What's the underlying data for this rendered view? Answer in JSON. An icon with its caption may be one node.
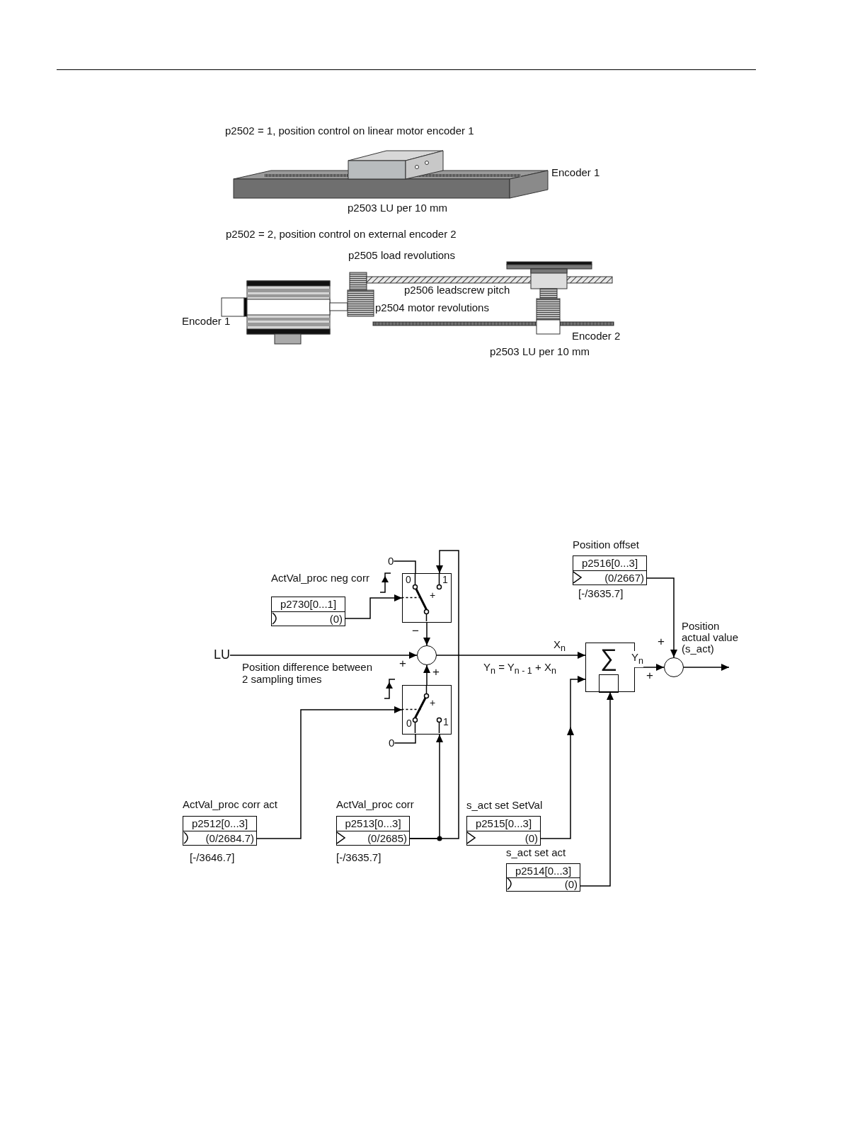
{
  "diagram": {
    "nodes": [
      {
        "text": [
          "0"
        ]
      },
      {
        "text": [
          "0",
          "1",
          "+"
        ]
      },
      {
        "text": [
          "Position offset",
          "p2516[0...3]",
          "(0/2667)"
        ],
        "beside": [
          "[-/3635.7]"
        ]
      },
      {
        "text": [
          "ActVal_proc neg corr",
          "p2730[0...1]",
          "(0)"
        ]
      },
      {
        "text": [
          "LU"
        ]
      },
      {
        "text": [],
        "shape": "circle",
        "beside": [
          "−",
          "+",
          "+"
        ]
      },
      {
        "text": [
          "∑"
        ],
        "beside": [
          "Y$_{n}$ = Y$_{n - 1}$ + X$_{n}$"
        ]
      },
      {
        "text": [],
        "shape": "circle",
        "beside": [
          "+",
          "+"
        ]
      },
      {
        "text": [
          "+",
          "0",
          "1"
        ]
      },
      {
        "text": [
          "0"
        ]
      },
      {
        "text": [
          "ActVal_proc corr act",
          "p2512[0...3]",
          "(0/2684.7)"
        ],
        "beside": [
          "[-/3646.7]"
        ]
      },
      {
        "text": [
          "ActVal_proc corr",
          "p2513[0...3]",
          "(0/2685)"
        ],
        "beside": [
          "[-/3635.7]"
        ]
      },
      {
        "text": [
          "s_act set SetVal",
          "p2515[0...3]",
          "(0)"
        ]
      },
      {
        "text": [
          "s_act set act",
          "p2514[0...3]",
          "(0)"
        ]
      }
    ],
    "edges": [
      {
        "from": 0,
        "to": 1,
        "arrow": "none"
      },
      {
        "from": 3,
        "to": 1,
        "arrow": "to"
      },
      {
        "from": 11,
        "to": 1,
        "arrow": "to"
      },
      {
        "from": 1,
        "to": 5,
        "arrow": "to"
      },
      {
        "from": 4,
        "to": 5,
        "arrow": "to",
        "label": "Position difference between 2 sampling times"
      },
      {
        "from": 8,
        "to": 5,
        "arrow": "to"
      },
      {
        "from": 10,
        "to": 8,
        "arrow": "to"
      },
      {
        "from": 9,
        "to": 8,
        "arrow": "none"
      },
      {
        "from": 11,
        "to": 8,
        "arrow": "to"
      },
      {
        "from": 5,
        "to": 6,
        "arrow": "to",
        "label": "X$_{n}$"
      },
      {
        "from": 12,
        "to": 6,
        "arrow": "to"
      },
      {
        "from": 13,
        "to": 6,
        "arrow": "to"
      },
      {
        "from": 6,
        "to": 7,
        "arrow": "to",
        "label": "Y$_{n}$"
      },
      {
        "from": 2,
        "to": 7,
        "arrow": "to"
      },
      {
        "from": 7,
        "to": null,
        "arrow": "to",
        "label": "Position actual value (s_act)"
      }
    ],
    "labels": [
      "p2502 = 1, position control on linear motor encoder 1",
      "Encoder 1",
      "p2503 LU per 10 mm",
      "p2502 = 2, position control on external encoder 2",
      "p2505 load revolutions",
      "p2506 leadscrew pitch",
      "p2504 motor revolutions",
      "Encoder 1",
      "Encoder 2",
      "p2503 LU per 10 mm"
    ]
  }
}
